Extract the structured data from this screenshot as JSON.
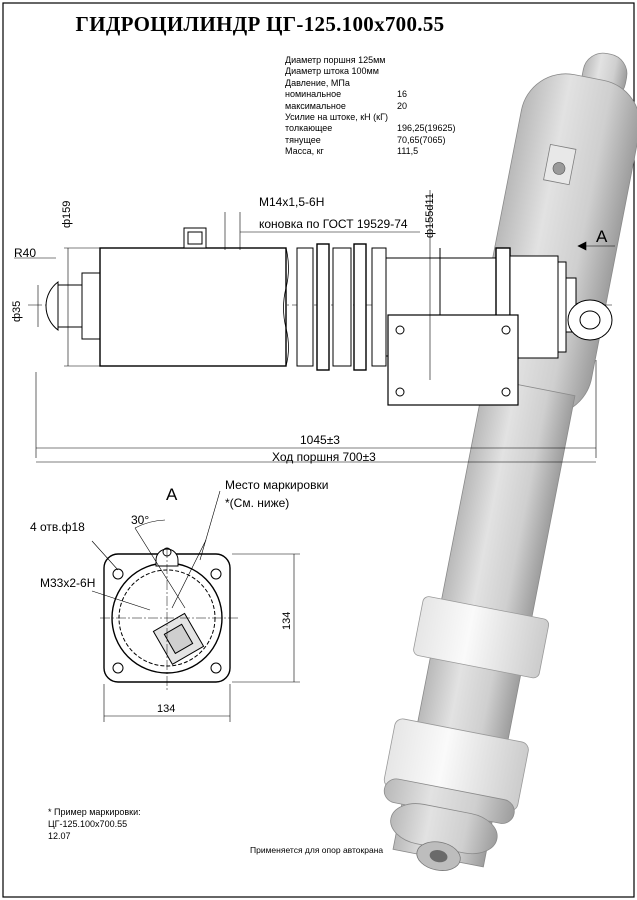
{
  "title": "ГИДРОЦИЛИНДР  ЦГ-125.100х700.55",
  "specs": [
    {
      "label": "Диаметр поршня 125мм",
      "value": ""
    },
    {
      "label": "Диаметр штока 100мм",
      "value": ""
    },
    {
      "label": "Давление, МПа",
      "value": ""
    },
    {
      "label": "номинальное",
      "value": "16"
    },
    {
      "label": "максимальное",
      "value": "20"
    },
    {
      "label": "Усилие на штоке, кН (кГ)",
      "value": ""
    },
    {
      "label": "толкающее",
      "value": "196,25(19625)"
    },
    {
      "label": "тянущее",
      "value": "70,65(7065)"
    },
    {
      "label": "Масса, кг",
      "value": "111,5"
    }
  ],
  "dims": {
    "d159": "ф159",
    "thread_m14": "М14х1,5-6Н",
    "taper": "коновка по ГОСТ 19529-74",
    "d155": "ф155d11",
    "r40": "R40",
    "d35": "ф35",
    "length": "1045±3",
    "stroke": "Ход поршня 700±3",
    "view_a": "А",
    "view_a2": "А",
    "mark_place": "Место маркировки",
    "see_below": "*(См. ниже)",
    "holes": "4 отв.ф18",
    "angle": "30°",
    "thread_m33": "М33х2-6Н",
    "side_v": "134",
    "side_h": "134"
  },
  "note": {
    "line1": "* Пример маркировки:",
    "line2": "ЦГ-125.100х700.55",
    "line3": "12.07"
  },
  "applies": "Применяется для опор автокрана",
  "colors": {
    "frame": "#000000",
    "render_fill": "#d0d0d0",
    "render_dark": "#a6a6a6",
    "render_light": "#ebebeb"
  }
}
